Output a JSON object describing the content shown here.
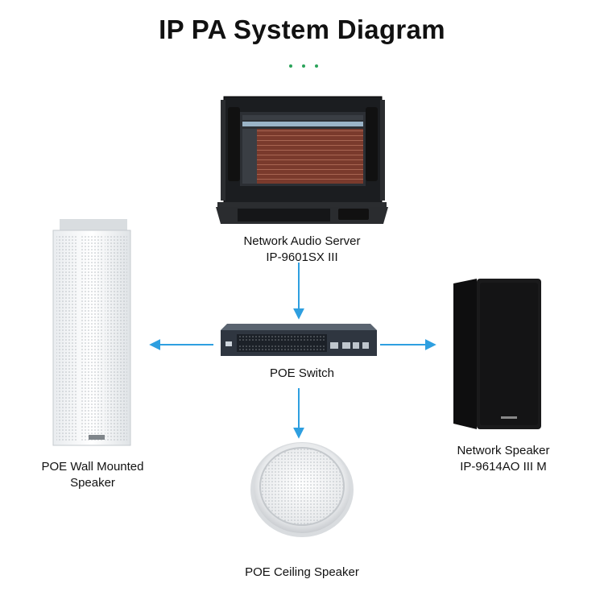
{
  "title": "IP PA System Diagram",
  "colors": {
    "accent": "#2aa35a",
    "arrow": "#2e9fe0"
  },
  "nodes": {
    "server": {
      "line1": "Network Audio Server",
      "line2": "IP-9601SX III"
    },
    "switch": {
      "line1": "POE Switch"
    },
    "wall_speaker": {
      "line1": "POE Wall Mounted",
      "line2": "Speaker"
    },
    "network_speaker": {
      "line1": "Network Speaker",
      "line2": "IP-9614AO III M"
    },
    "ceiling_speaker": {
      "line1": "POE Ceiling Speaker"
    }
  }
}
